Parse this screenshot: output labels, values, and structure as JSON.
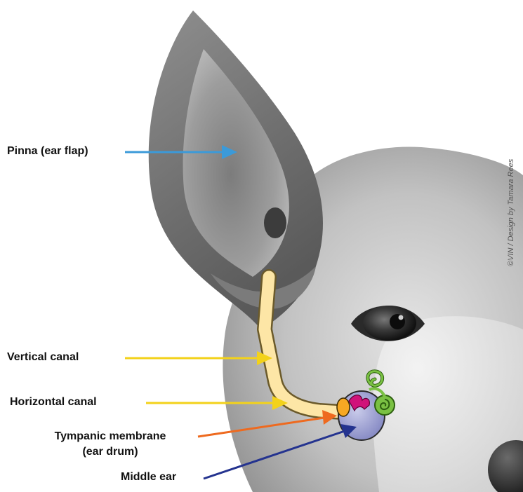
{
  "labels": {
    "pinna": "Pinna (ear flap)",
    "vertical_canal": "Vertical canal",
    "horizontal_canal": "Horizontal canal",
    "tympanic_line1": "Tympanic membrane",
    "tympanic_line2": "(ear drum)",
    "middle_ear": "Middle ear"
  },
  "credit": "©VIN / Design by Tamara Rees",
  "colors": {
    "pinna_arrow": "#3b9ad9",
    "canal_arrows": "#f3d21a",
    "tympanic_arrow": "#ee6a1f",
    "middle_ear_arrow": "#24338f",
    "canal_fill": "#fde6a6",
    "eardrum": "#f7a823",
    "middle_ear_fill": "#8c8fc8",
    "cochlea": "#7ac143",
    "ossicles": "#d0127a"
  }
}
